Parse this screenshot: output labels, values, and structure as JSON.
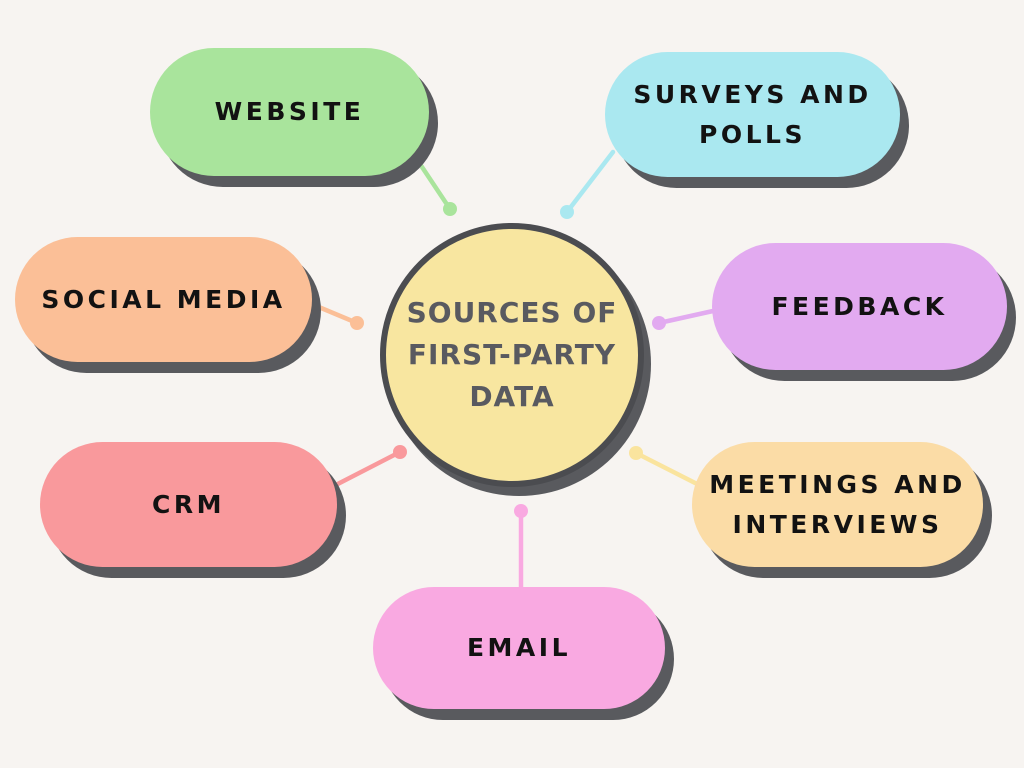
{
  "diagram_title": "SOURCES OF FIRST-PARTY DATA",
  "background_color": "#f7f4f1",
  "shadow_color": "#595a5e",
  "center_node": {
    "label": "SOURCES OF\nFIRST-PARTY\nDATA",
    "fill": "#f8e6a0",
    "border_color": "#4b4c50",
    "text_color": "#595a60"
  },
  "nodes": [
    {
      "id": "website",
      "label": "WEBSITE",
      "color": "#a9e49c",
      "connector_color": "#a9e49c"
    },
    {
      "id": "surveys",
      "label": "SURVEYS AND\nPOLLS",
      "color": "#aae8f0",
      "connector_color": "#aae8f0"
    },
    {
      "id": "social",
      "label": "SOCIAL MEDIA",
      "color": "#fbbf97",
      "connector_color": "#fbbf97"
    },
    {
      "id": "feedback",
      "label": "FEEDBACK",
      "color": "#e2aaf0",
      "connector_color": "#e2aaf0"
    },
    {
      "id": "crm",
      "label": "CRM",
      "color": "#f9999c",
      "connector_color": "#f9999c"
    },
    {
      "id": "meetings",
      "label": "MEETINGS AND\nINTERVIEWS",
      "color": "#fbdca6",
      "connector_color": "#fae49e"
    },
    {
      "id": "email",
      "label": "EMAIL",
      "color": "#f9a9e1",
      "connector_color": "#f9a9e1"
    }
  ]
}
